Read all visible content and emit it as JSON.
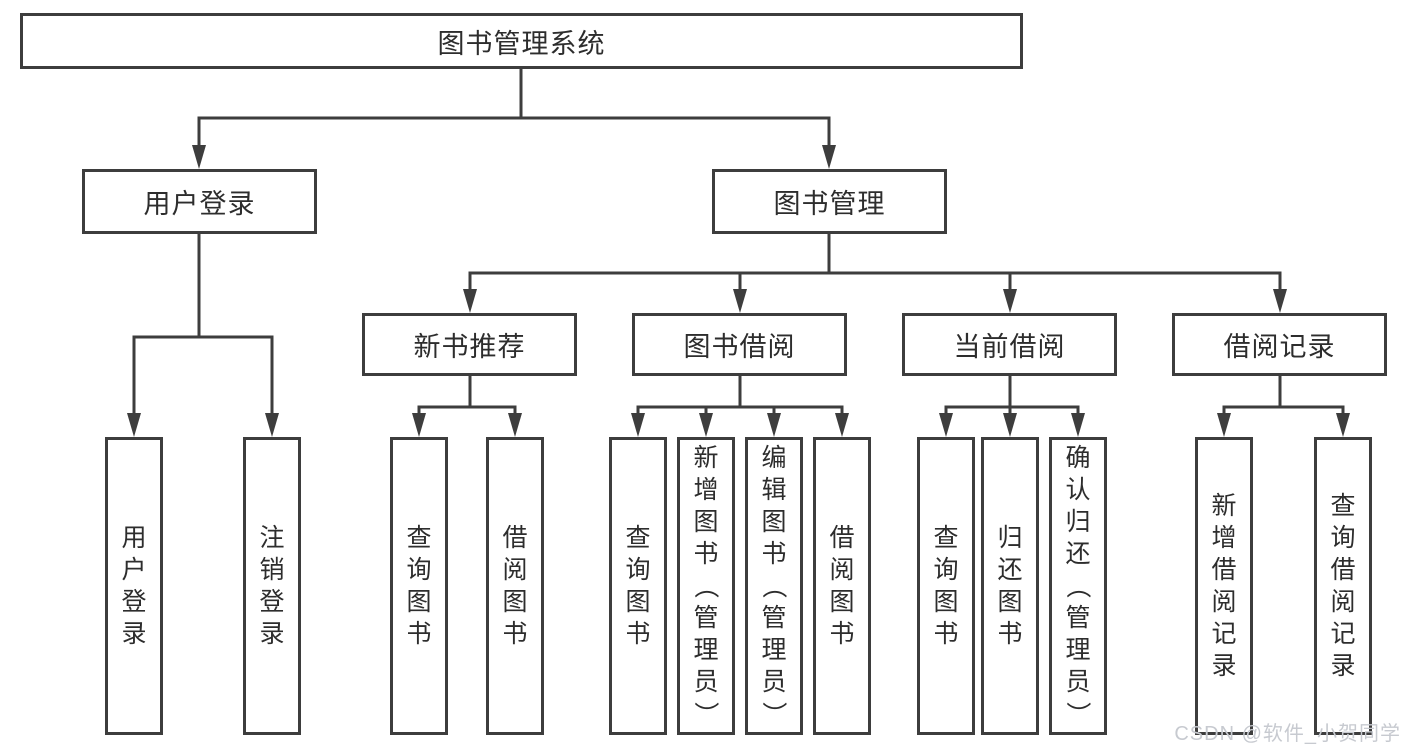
{
  "tree": {
    "root": {
      "label": "图书管理系统",
      "children": [
        {
          "label": "用户登录",
          "children": [
            {
              "label": "用户登录"
            },
            {
              "label": "注销登录"
            }
          ]
        },
        {
          "label": "图书管理",
          "children": [
            {
              "label": "新书推荐",
              "children": [
                {
                  "label": "查询图书"
                },
                {
                  "label": "借阅图书"
                }
              ]
            },
            {
              "label": "图书借阅",
              "children": [
                {
                  "label": "查询图书"
                },
                {
                  "label": "新增图书（管理员）"
                },
                {
                  "label": "编辑图书（管理员）"
                },
                {
                  "label": "借阅图书"
                }
              ]
            },
            {
              "label": "当前借阅",
              "children": [
                {
                  "label": "查询图书"
                },
                {
                  "label": "归还图书"
                },
                {
                  "label": "确认归还（管理员）"
                }
              ]
            },
            {
              "label": "借阅记录",
              "children": [
                {
                  "label": "新增借阅记录"
                },
                {
                  "label": "查询借阅记录"
                }
              ]
            }
          ]
        }
      ]
    }
  },
  "watermark": {
    "text": "CSDN @软件_小贺同学"
  },
  "colors": {
    "line": "#3d3d3d",
    "node_border": "#3d3d3d",
    "node_fill": "#ffffff",
    "text": "#2d2d2d",
    "watermark": "#c7cad0",
    "background": "#ffffff"
  }
}
